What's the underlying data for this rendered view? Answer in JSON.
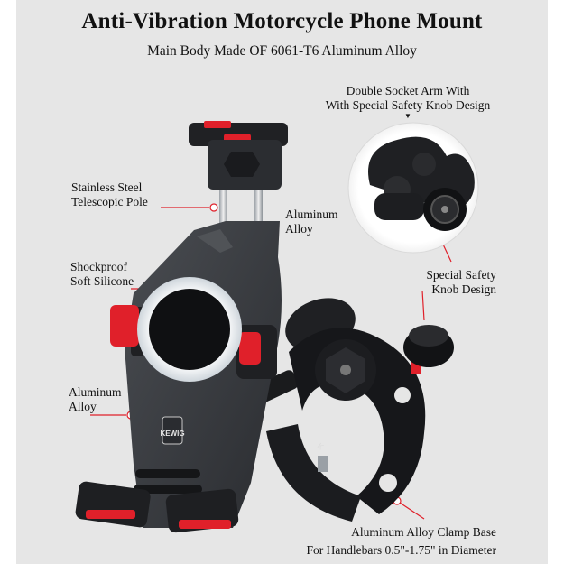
{
  "title": "Anti-Vibration Motorcycle Phone Mount",
  "subtitle": "Main Body Made OF 6061-T6 Aluminum Alloy",
  "callouts": {
    "double_socket_line1": "Double Socket Arm With",
    "double_socket_line2": "With Special Safety Knob Design",
    "stainless_line1": "Stainless Steel",
    "stainless_line2": "Telescopic Pole",
    "aluminum_inset_line1": "Aluminum",
    "aluminum_inset_line2": "Alloy",
    "shockproof_line1": "Shockproof",
    "shockproof_line2": "Soft Silicone",
    "safety_knob_line1": "Special Safety",
    "safety_knob_line2": "Knob Design",
    "aluminum_body_line1": "Aluminum",
    "aluminum_body_line2": "Alloy",
    "clamp_line1": "Aluminum Alloy Clamp Base",
    "clamp_line2": "For Handlebars 0.5\"-1.75\" in Diameter"
  },
  "brand_logo_text": "KEWIG",
  "colors": {
    "background": "#e6e6e6",
    "body": "#3a3d42",
    "accent_red": "#e0202a",
    "dark": "#17181a",
    "ring": "#f4f4f4"
  }
}
